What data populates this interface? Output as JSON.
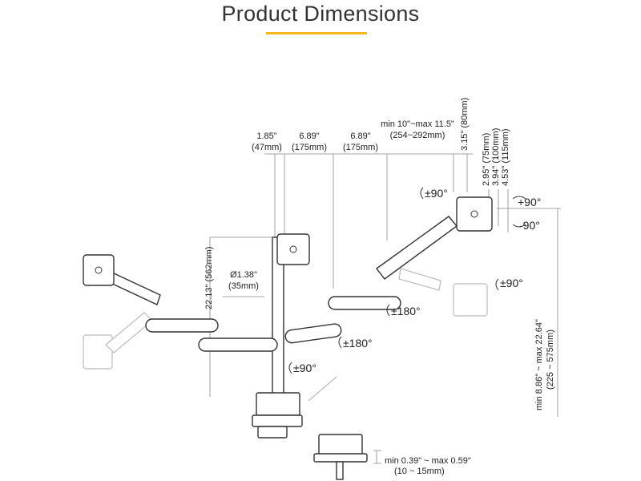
{
  "title": "Product Dimensions",
  "colors": {
    "accent": "#f2b81c",
    "line": "#333333",
    "ghost": "#bbbbbb"
  },
  "labels": {
    "dim_1_85": [
      "1.85\"",
      "(47mm)"
    ],
    "dim_6_89a": [
      "6.89\"",
      "(175mm)"
    ],
    "dim_6_89b": [
      "6.89\"",
      "(175mm)"
    ],
    "dim_min10": [
      "min 10\"~max 11.5\"",
      "(254~292mm)"
    ],
    "dim_3_15": "3.15\" (80mm)",
    "dim_2_95": "2.95\" (75mm)",
    "dim_3_94": "3.94\" (100mm)",
    "dim_4_53": "4.53\" (115mm)",
    "dim_pole_dia": [
      "Ø1.38\"",
      "(35mm)"
    ],
    "dim_pole_height": "22.13\" (562mm)",
    "dim_height_range": [
      "min 8.86\" ~ max 22.64\"",
      "(225 ~ 575mm)"
    ],
    "dim_clamp": [
      "min 0.39\" ~ max 0.59\"",
      "(10 ~ 15mm)"
    ]
  },
  "rotations": {
    "r_plus90": "+90°",
    "r_minus90": "-90°",
    "r_pm90_top": "±90°",
    "r_pm90_right": "±90°",
    "r_pm180_right": "±180°",
    "r_pm180_center": "±180°",
    "r_pm90_base": "±90°"
  }
}
